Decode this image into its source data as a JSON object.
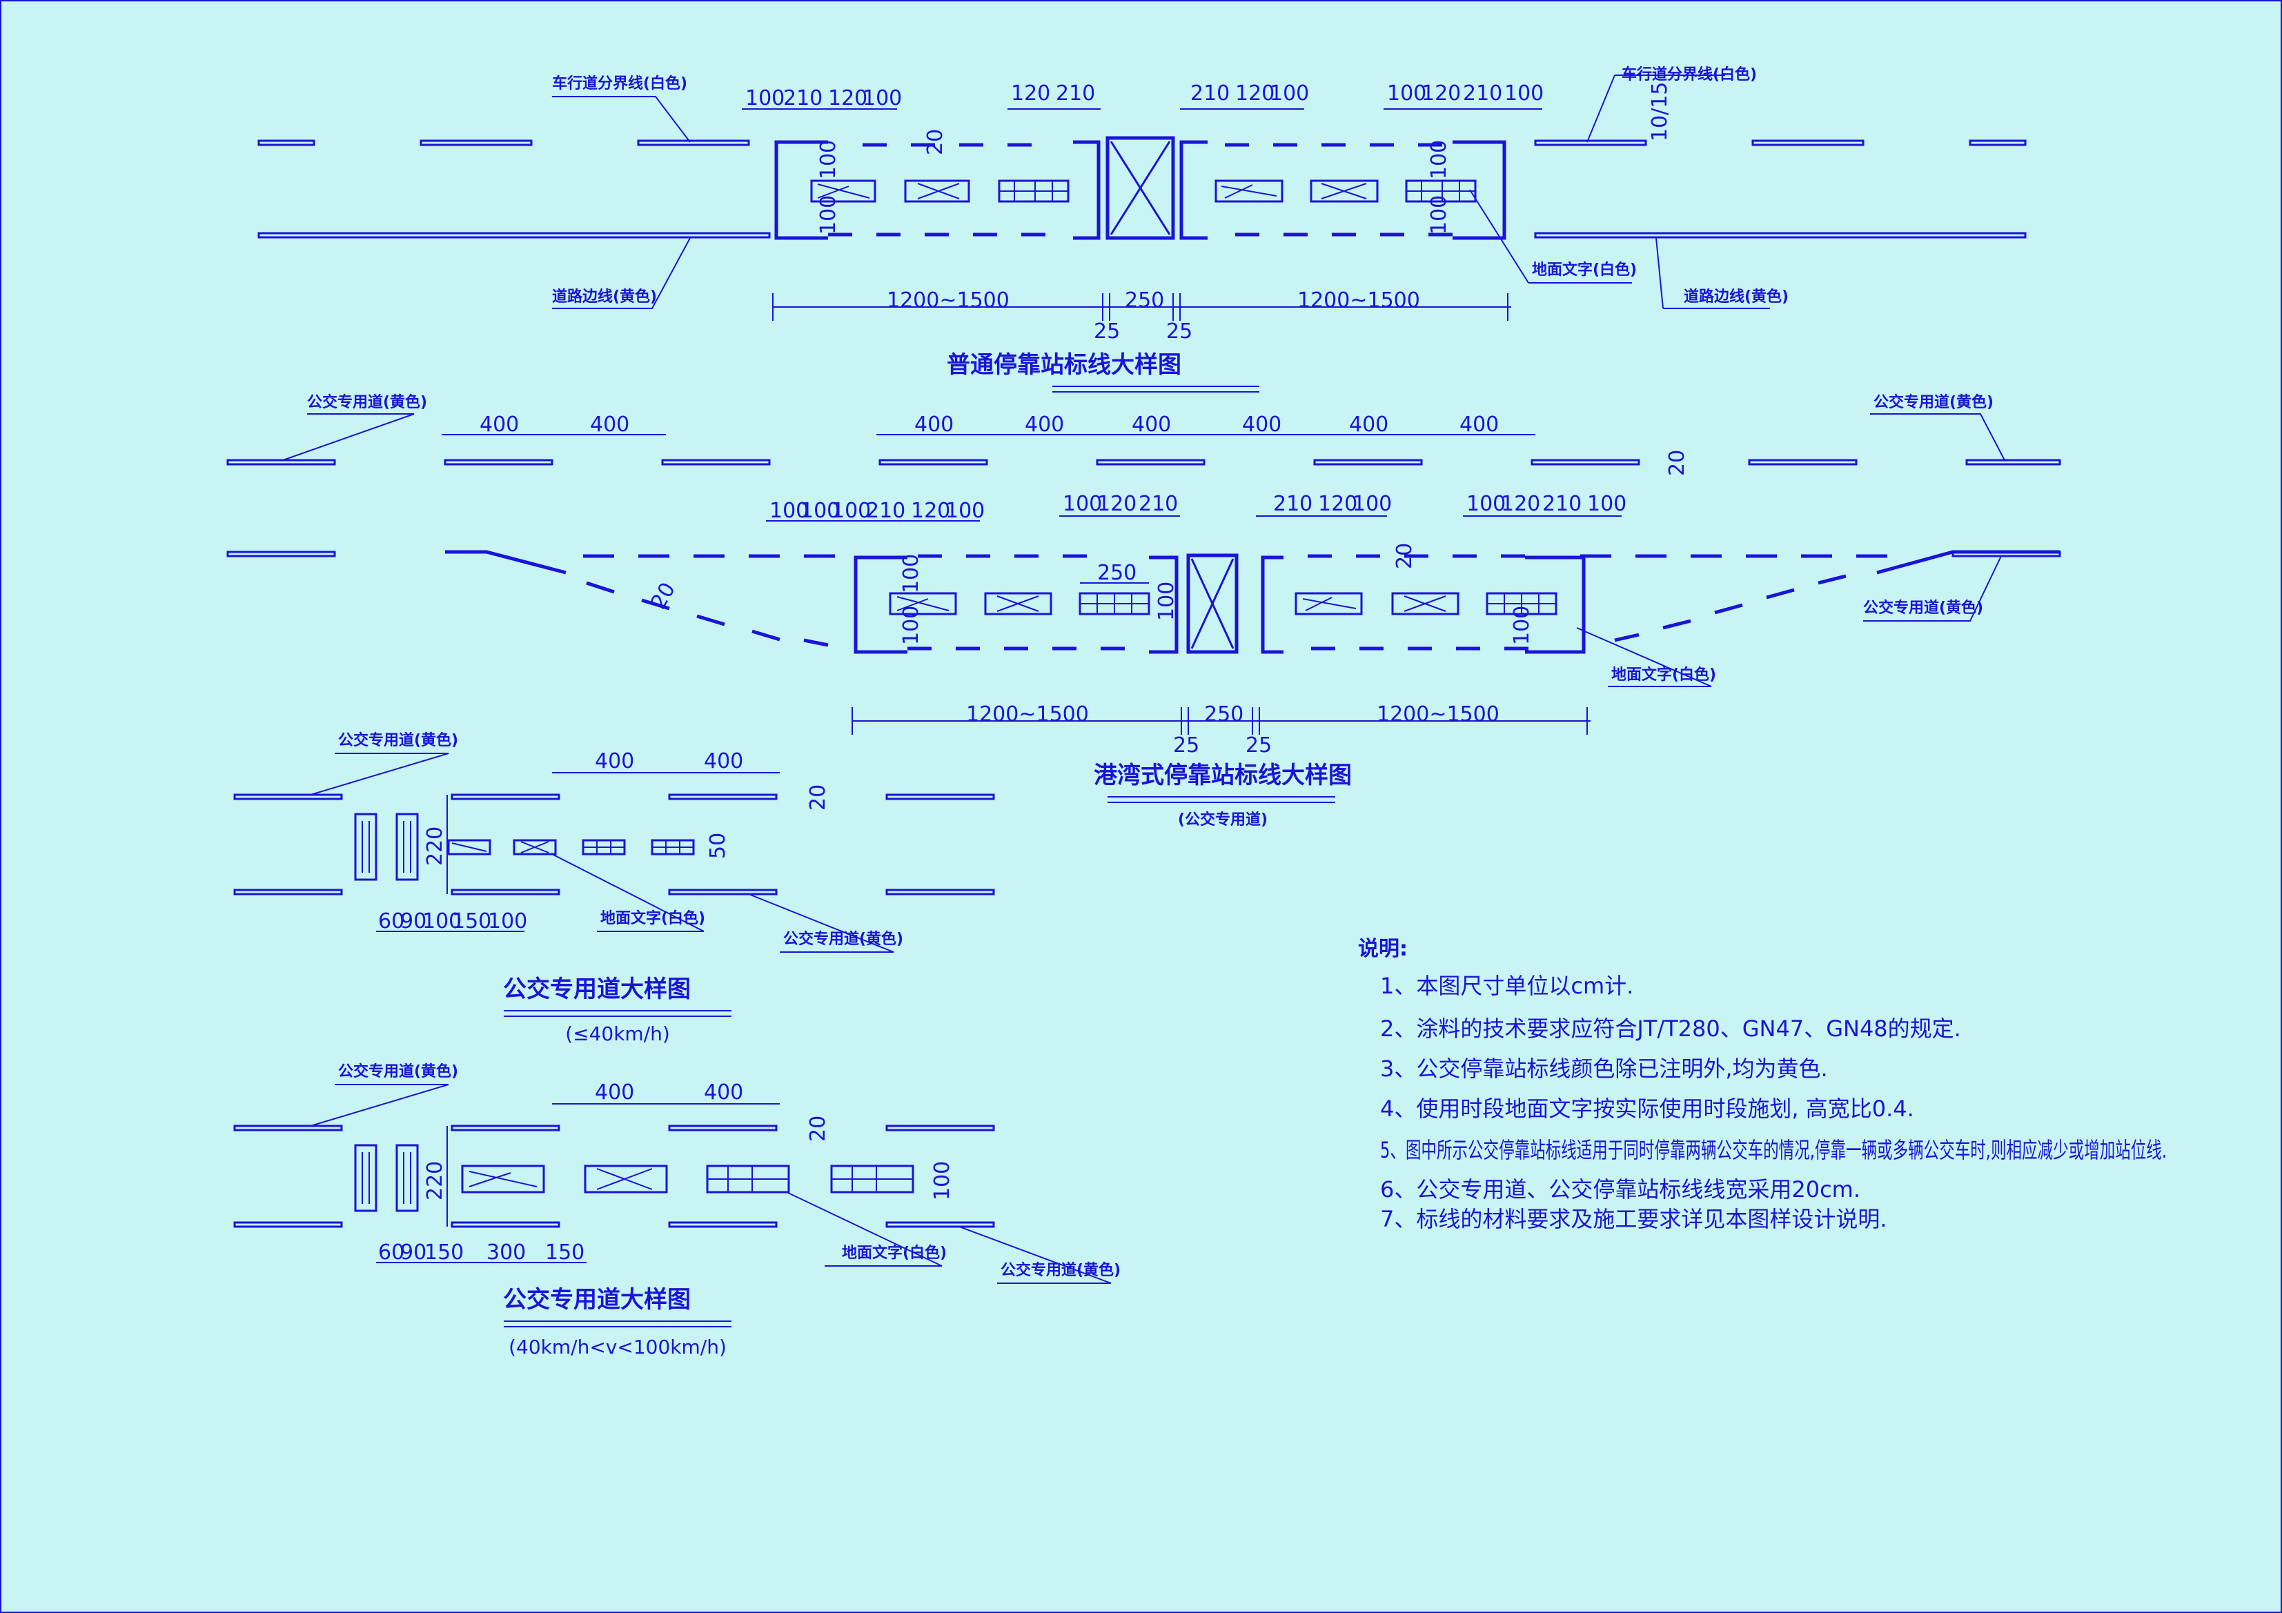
{
  "colors": {
    "background": "#c8f4f4",
    "ink": "#1a14d8"
  },
  "labels": {
    "lane_divider_white": "车行道分界线(白色)",
    "road_edge_yellow": "道路边线(黄色)",
    "ground_text_white": "地面文字(白色)",
    "bus_lane_yellow": "公交专用道(黄色)"
  },
  "fig1": {
    "title": "普通停靠站标线大样图",
    "dims_top_left": [
      "100",
      "210",
      "120",
      "100"
    ],
    "dims_top_mid_left": [
      "120",
      "210"
    ],
    "dims_top_mid_right": [
      "210",
      "120",
      "100"
    ],
    "dims_top_right": [
      "100",
      "120",
      "210",
      "100"
    ],
    "offset": "10/15",
    "dim_100": "100",
    "dim_20": "20",
    "span_left": "1200~1500",
    "span_mid": "250",
    "span_right": "1200~1500",
    "d25": "25"
  },
  "fig2": {
    "title": "港湾式停靠站标线大样图",
    "subtitle": "(公交专用道)",
    "dim_400": "400",
    "dims_top_left": [
      "100",
      "100",
      "100",
      "210",
      "120",
      "100"
    ],
    "dims_top_mid_left": [
      "100",
      "120",
      "210"
    ],
    "dims_top_mid_right": [
      "210",
      "120",
      "100"
    ],
    "dims_top_right": [
      "100",
      "120",
      "210",
      "100"
    ],
    "box_250": "250",
    "dim_100": "100",
    "dim_20": "20",
    "span_left": "1200~1500",
    "span_mid": "250",
    "span_right": "1200~1500",
    "d25": "25"
  },
  "fig3": {
    "title": "公交专用道大样图",
    "subtitle": "(≤40km/h)",
    "dim_400": "400",
    "dim_220": "220",
    "dim_50": "50",
    "dim_20": "20",
    "bottom_dims": [
      "60",
      "90",
      "100",
      "150",
      "100"
    ]
  },
  "fig4": {
    "title": "公交专用道大样图",
    "subtitle": "(40km/h<v<100km/h)",
    "dim_400": "400",
    "dim_220": "220",
    "dim_100": "100",
    "dim_20": "20",
    "bottom_dims": [
      "60",
      "90",
      "150",
      "300",
      "150"
    ]
  },
  "notes": {
    "heading": "说明:",
    "items": [
      "1、本图尺寸单位以cm计.",
      "2、涂料的技术要求应符合JT/T280、GN47、GN48的规定.",
      "3、公交停靠站标线颜色除已注明外,均为黄色.",
      "4、使用时段地面文字按实际使用时段施划, 高宽比0.4.",
      "5、图中所示公交停靠站标线适用于同时停靠两辆公交车的情况,停靠一辆或多辆公交车时,则相应减少或增加站位线.",
      "6、公交专用道、公交停靠站标线线宽采用20cm.",
      "7、标线的材料要求及施工要求详见本图样设计说明."
    ]
  }
}
